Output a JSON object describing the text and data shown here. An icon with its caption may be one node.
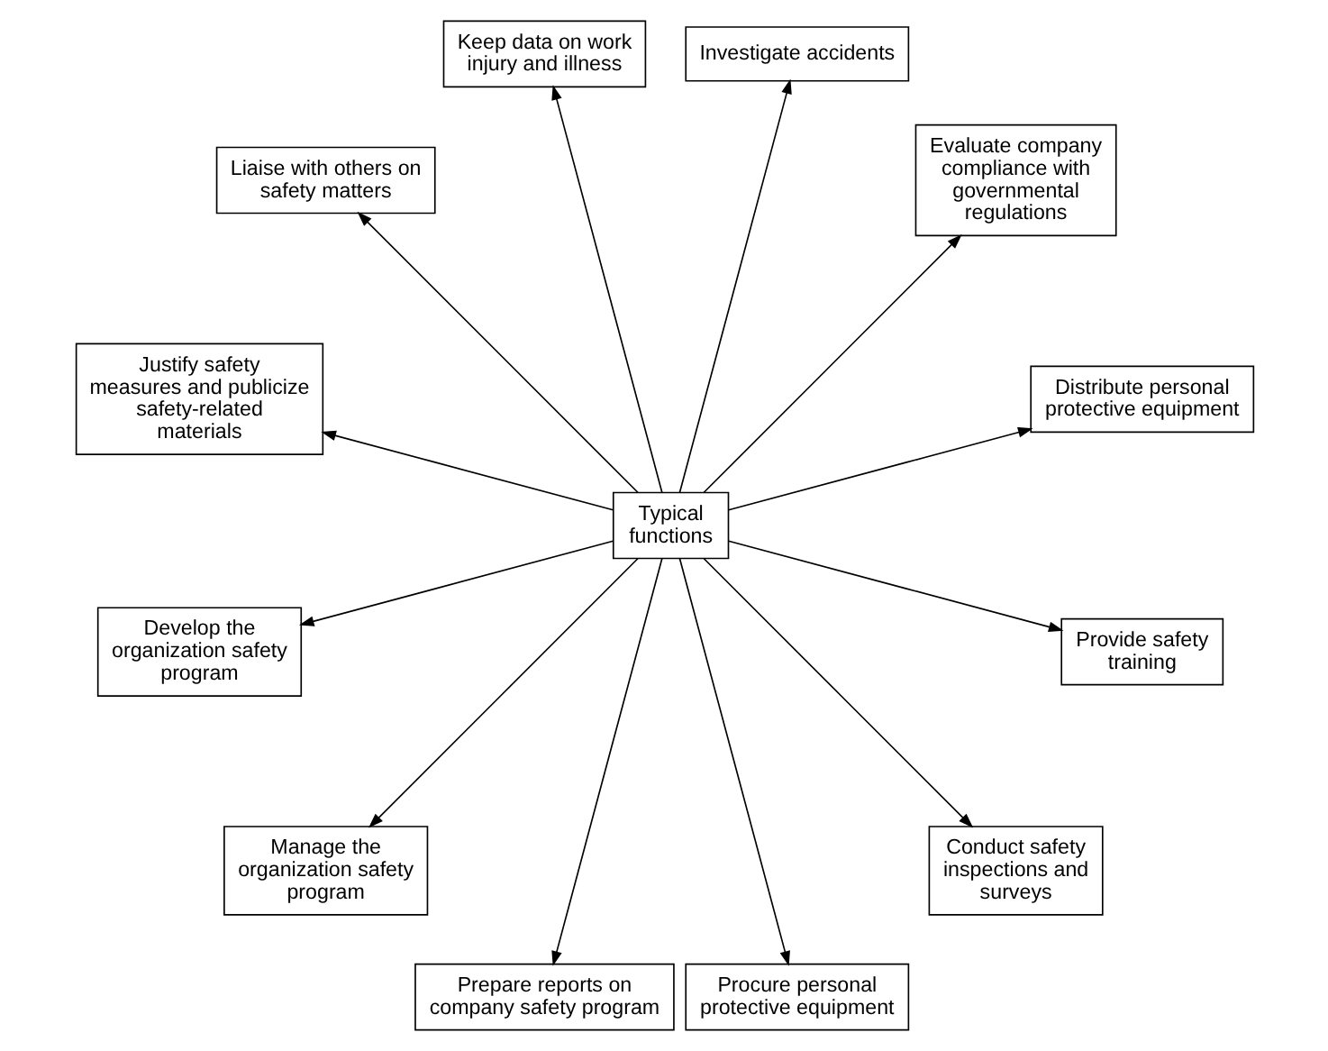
{
  "diagram": {
    "nodes": [
      {
        "text": [
          "Typical functions"
        ]
      },
      {
        "text": [
          "Distribute personal protective equipment"
        ]
      },
      {
        "text": [
          "Evaluate company compliance with governmental regulations"
        ]
      },
      {
        "text": [
          "Investigate accidents"
        ]
      },
      {
        "text": [
          "Keep data on work injury and illness"
        ]
      },
      {
        "text": [
          "Liaise with others on safety matters"
        ]
      },
      {
        "text": [
          "Justify safety measures and publicize safety-related materials"
        ]
      },
      {
        "text": [
          "Develop the organization safety program"
        ]
      },
      {
        "text": [
          "Manage the organization safety program"
        ]
      },
      {
        "text": [
          "Prepare reports on company safety program"
        ]
      },
      {
        "text": [
          "Procure personal protective equipment"
        ]
      },
      {
        "text": [
          "Conduct safety inspections and surveys"
        ]
      },
      {
        "text": [
          "Provide safety training"
        ]
      }
    ],
    "edges": [
      {
        "from": 0,
        "to": 1,
        "arrow": "to"
      },
      {
        "from": 0,
        "to": 2,
        "arrow": "to"
      },
      {
        "from": 0,
        "to": 3,
        "arrow": "to"
      },
      {
        "from": 0,
        "to": 4,
        "arrow": "to"
      },
      {
        "from": 0,
        "to": 5,
        "arrow": "to"
      },
      {
        "from": 0,
        "to": 6,
        "arrow": "to"
      },
      {
        "from": 0,
        "to": 7,
        "arrow": "to"
      },
      {
        "from": 0,
        "to": 8,
        "arrow": "to"
      },
      {
        "from": 0,
        "to": 9,
        "arrow": "to"
      },
      {
        "from": 0,
        "to": 10,
        "arrow": "to"
      },
      {
        "from": 0,
        "to": 11,
        "arrow": "to"
      },
      {
        "from": 0,
        "to": 12,
        "arrow": "to"
      }
    ]
  }
}
